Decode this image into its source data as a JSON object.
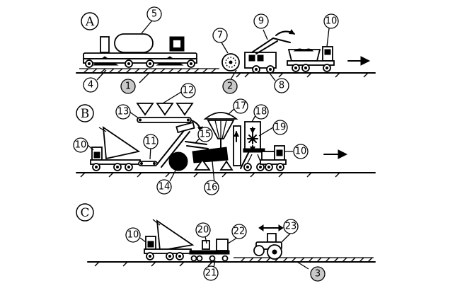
{
  "sections": [
    {
      "id": "A",
      "label": "A"
    },
    {
      "id": "B",
      "label": "B"
    },
    {
      "id": "C",
      "label": "C"
    }
  ],
  "callouts": [
    {
      "id": "c1",
      "label": "1",
      "shaded": true
    },
    {
      "id": "c2",
      "label": "2",
      "shaded": true
    },
    {
      "id": "c3",
      "label": "3",
      "shaded": true
    },
    {
      "id": "c4",
      "label": "4",
      "shaded": false
    },
    {
      "id": "c5",
      "label": "5",
      "shaded": false
    },
    {
      "id": "c7",
      "label": "7",
      "shaded": false
    },
    {
      "id": "c8",
      "label": "8",
      "shaded": false
    },
    {
      "id": "c9",
      "label": "9",
      "shaded": false
    },
    {
      "id": "c10a",
      "label": "10",
      "shaded": false
    },
    {
      "id": "c10b",
      "label": "10",
      "shaded": false
    },
    {
      "id": "c10c",
      "label": "10",
      "shaded": false
    },
    {
      "id": "c10d",
      "label": "10",
      "shaded": false
    },
    {
      "id": "c11",
      "label": "11",
      "shaded": false
    },
    {
      "id": "c12",
      "label": "12",
      "shaded": false
    },
    {
      "id": "c13",
      "label": "13",
      "shaded": false
    },
    {
      "id": "c14",
      "label": "14",
      "shaded": false
    },
    {
      "id": "c15",
      "label": "15",
      "shaded": false
    },
    {
      "id": "c16",
      "label": "16",
      "shaded": false
    },
    {
      "id": "c17",
      "label": "17",
      "shaded": false
    },
    {
      "id": "c18",
      "label": "18",
      "shaded": false
    },
    {
      "id": "c19",
      "label": "19",
      "shaded": false
    },
    {
      "id": "c20",
      "label": "20",
      "shaded": false
    },
    {
      "id": "c21",
      "label": "21",
      "shaded": false
    },
    {
      "id": "c22",
      "label": "22",
      "shaded": false
    },
    {
      "id": "c23",
      "label": "23",
      "shaded": false
    }
  ],
  "colors": {
    "ink": "#000000",
    "shade": "#c8c8c8",
    "paper": "#ffffff"
  }
}
